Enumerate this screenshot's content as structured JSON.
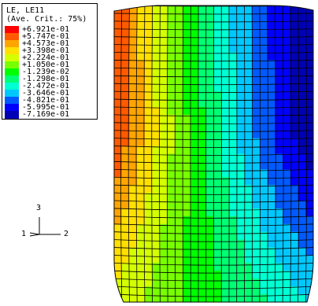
{
  "legend": {
    "title": "LE, LE11",
    "subtitle": "(Ave. Crit.: 75%)",
    "entries": [
      {
        "label": "+6.921e-01",
        "color": "#ff0000"
      },
      {
        "label": "+5.747e-01",
        "color": "#ff5a00"
      },
      {
        "label": "+4.573e-01",
        "color": "#ffa500"
      },
      {
        "label": "+3.398e-01",
        "color": "#ffe000"
      },
      {
        "label": "+2.224e-01",
        "color": "#d4ff00"
      },
      {
        "label": "+1.050e-01",
        "color": "#78ff00"
      },
      {
        "label": "-1.239e-02",
        "color": "#00ff00"
      },
      {
        "label": "-1.298e-01",
        "color": "#00ff73"
      },
      {
        "label": "-2.472e-01",
        "color": "#00ffd2"
      },
      {
        "label": "-3.646e-01",
        "color": "#00c8ff"
      },
      {
        "label": "-4.821e-01",
        "color": "#005aff"
      },
      {
        "label": "-5.995e-01",
        "color": "#0000ff"
      },
      {
        "label": "-7.169e-01",
        "color": "#0000b4"
      }
    ]
  },
  "axes_triad": {
    "axis_3": "3",
    "axis_1": "1",
    "axis_2": "2"
  }
}
